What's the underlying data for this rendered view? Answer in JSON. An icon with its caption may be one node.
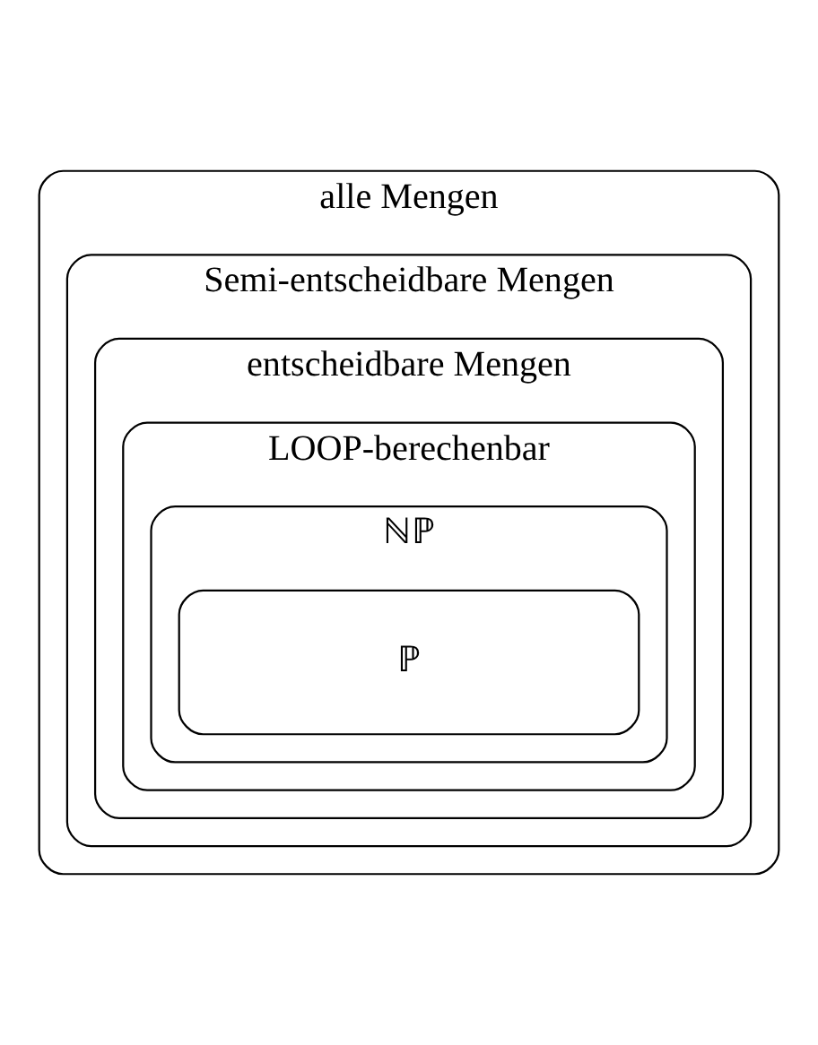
{
  "diagram": {
    "nodes": [
      {
        "text": [
          "alle Mengen"
        ]
      },
      {
        "text": [
          "Semi-entscheidbare Mengen"
        ],
        "in": 0
      },
      {
        "text": [
          "entscheidbare Mengen"
        ],
        "in": 1
      },
      {
        "text": [
          "LOOP-berechenbar"
        ],
        "in": 2
      },
      {
        "text": [
          "ℕℙ"
        ],
        "in": 3
      },
      {
        "text": [
          "ℙ"
        ],
        "in": 4
      }
    ]
  }
}
